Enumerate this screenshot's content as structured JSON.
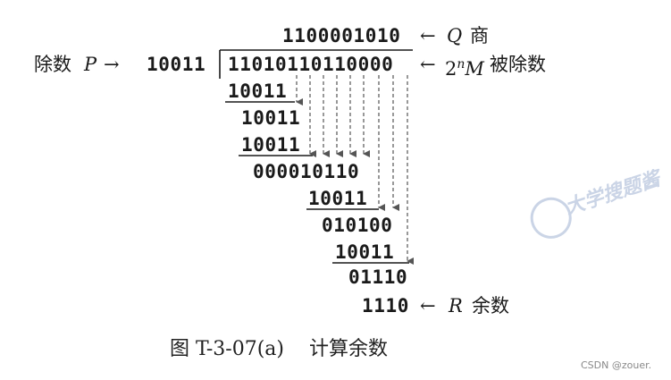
{
  "quotient": {
    "value": "1100001010",
    "arrow": "←",
    "symbol": "Q",
    "label": "商"
  },
  "divisor": {
    "label": "除数",
    "symbol": "P",
    "arrow": "→",
    "value": "10011"
  },
  "dividend": {
    "value": "11010110110000",
    "arrow": "←",
    "expr_base": "2",
    "expr_exp": "n",
    "expr_var": "M",
    "label": "被除数"
  },
  "steps": [
    {
      "subtrahend": "10011",
      "result": "10011"
    },
    {
      "subtrahend": "10011",
      "result": "000010110"
    },
    {
      "subtrahend": "10011",
      "result": "010100"
    },
    {
      "subtrahend": "10011",
      "result": "01110"
    }
  ],
  "remainder": {
    "value": "1110",
    "arrow": "←",
    "symbol": "R",
    "label": "余数"
  },
  "caption": {
    "figure": "图 T-3-07(a)",
    "title": "计算余数"
  },
  "watermark": {
    "text": "大学搜题酱"
  },
  "footer": {
    "text": "CSDN @zouer."
  },
  "colors": {
    "ink": "#1a1a1a",
    "arrow": "#555555",
    "watermark": "#6b86b8"
  }
}
